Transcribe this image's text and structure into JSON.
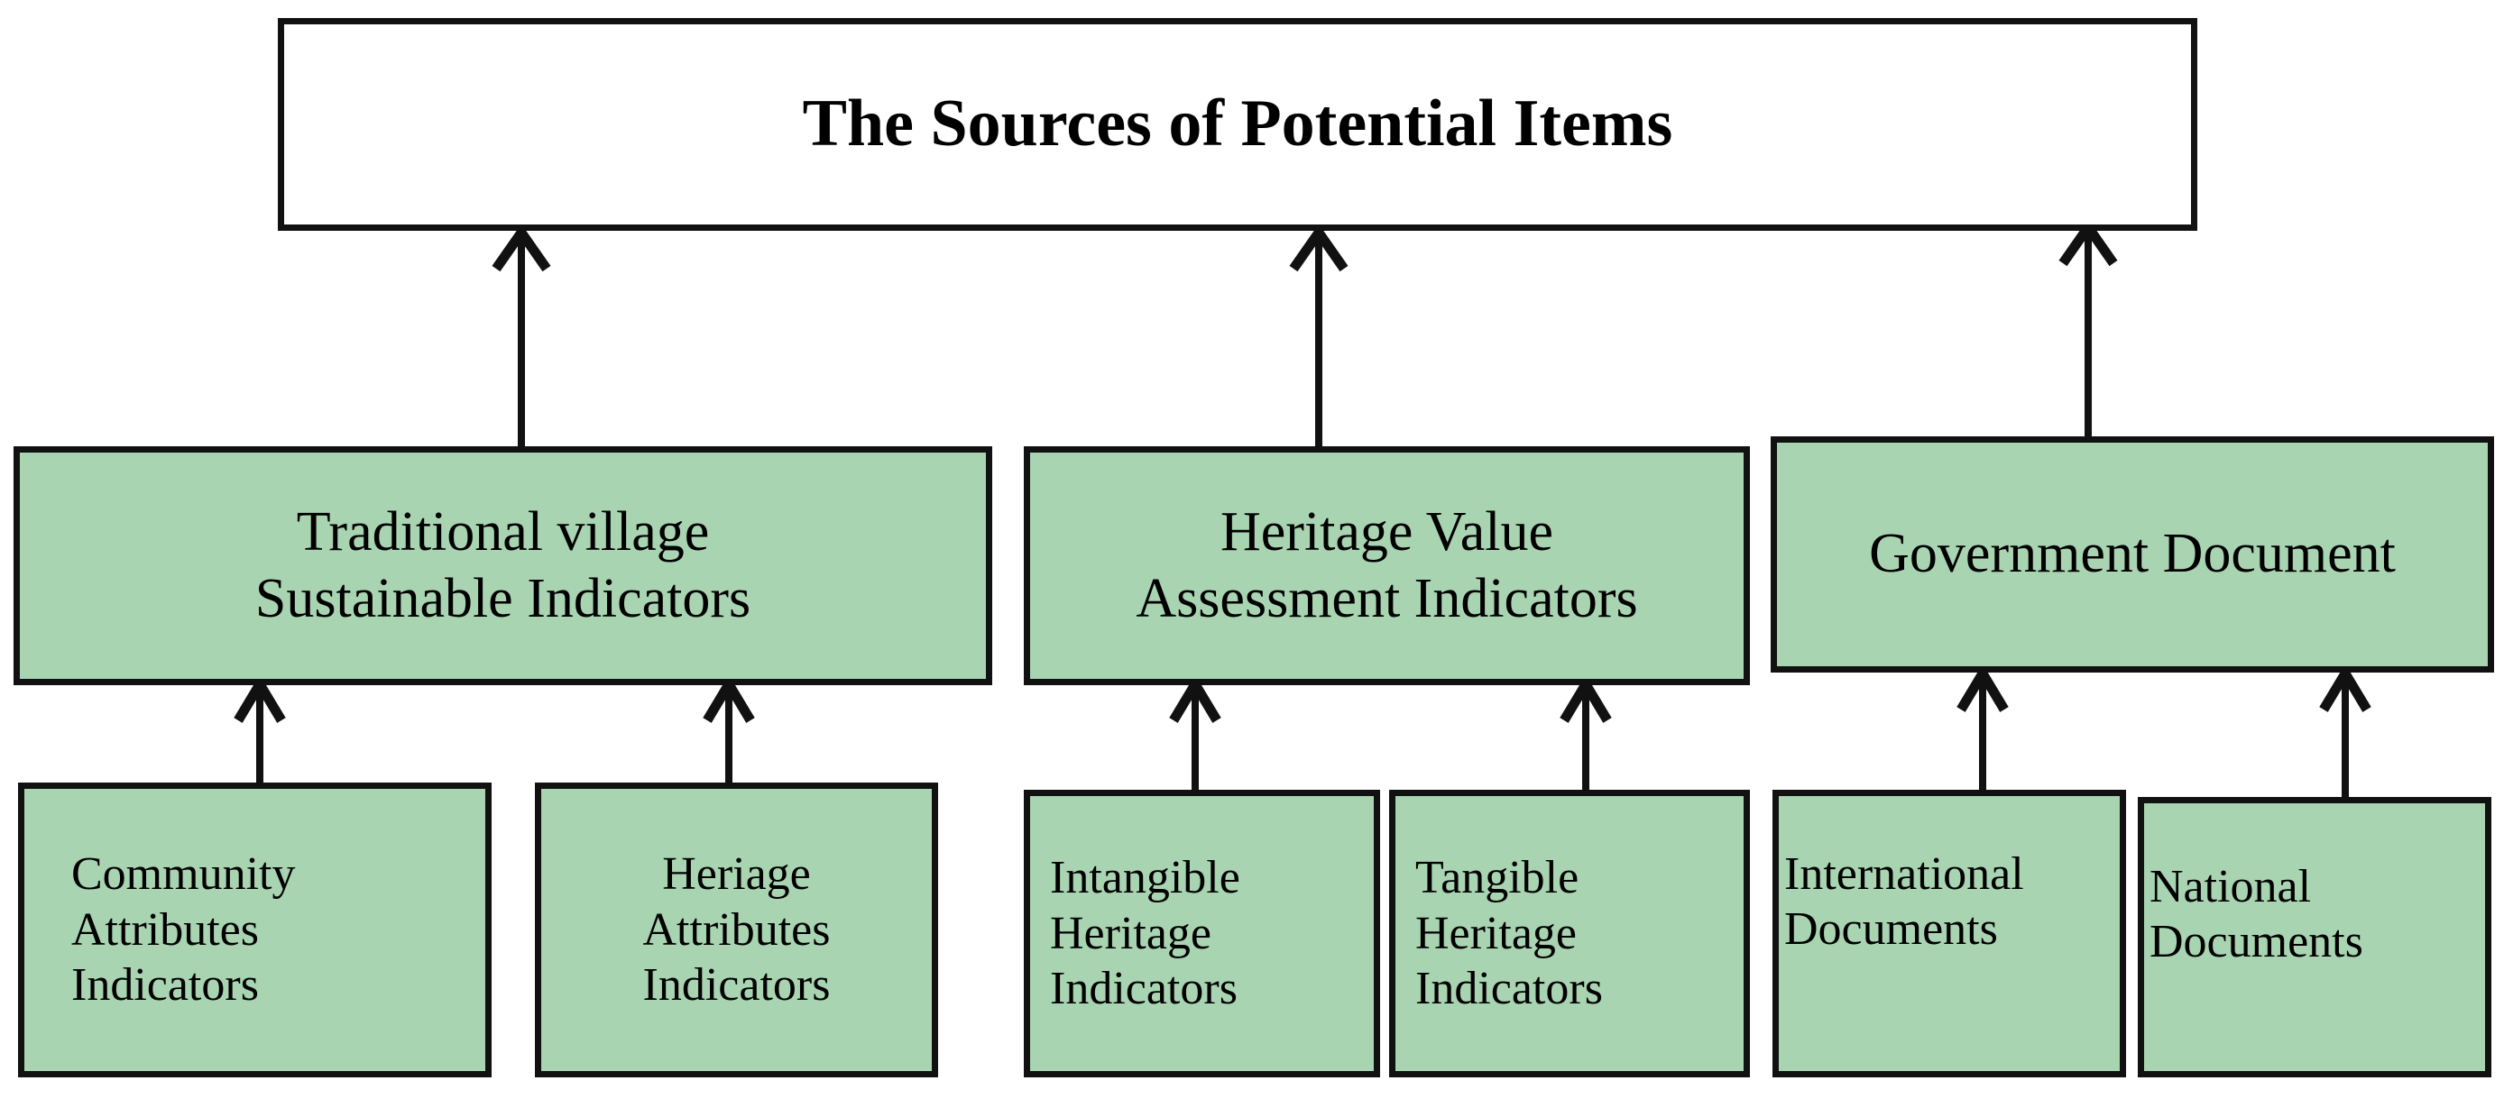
{
  "diagram": {
    "title_node": {
      "label": "The Sources of Potential Items"
    },
    "level2": [
      {
        "id": "traditional-village",
        "label": "Traditional village\nSustainable Indicators"
      },
      {
        "id": "heritage-value",
        "label": "Heritage Value\nAssessment Indicators"
      },
      {
        "id": "government-document",
        "label": "Government Document"
      }
    ],
    "level3": [
      {
        "id": "community-attributes",
        "label": "Community\nAttributes\nIndicators",
        "parent": "traditional-village"
      },
      {
        "id": "heriage-attributes",
        "label": "Heriage\nAttributes\nIndicators",
        "parent": "traditional-village"
      },
      {
        "id": "intangible-heritage",
        "label": "Intangible\nHeritage\nIndicators",
        "parent": "heritage-value"
      },
      {
        "id": "tangible-heritage",
        "label": "Tangible\nHeritage\nIndicators",
        "parent": "heritage-value"
      },
      {
        "id": "international-documents",
        "label": "International\nDocuments",
        "parent": "government-document"
      },
      {
        "id": "national-documents",
        "label": "National\nDocuments",
        "parent": "government-document"
      }
    ],
    "colors": {
      "node_fill": "#a9d4b2",
      "root_fill": "#ffffff",
      "border": "#111111",
      "arrow": "#111111",
      "text": "#000000",
      "background": "#ffffff"
    },
    "edges": [
      {
        "from": "traditional-village",
        "to": "title-node"
      },
      {
        "from": "heritage-value",
        "to": "title-node"
      },
      {
        "from": "government-document",
        "to": "title-node"
      },
      {
        "from": "community-attributes",
        "to": "traditional-village"
      },
      {
        "from": "heriage-attributes",
        "to": "traditional-village"
      },
      {
        "from": "intangible-heritage",
        "to": "heritage-value"
      },
      {
        "from": "tangible-heritage",
        "to": "heritage-value"
      },
      {
        "from": "international-documents",
        "to": "government-document"
      },
      {
        "from": "national-documents",
        "to": "government-document"
      }
    ]
  }
}
